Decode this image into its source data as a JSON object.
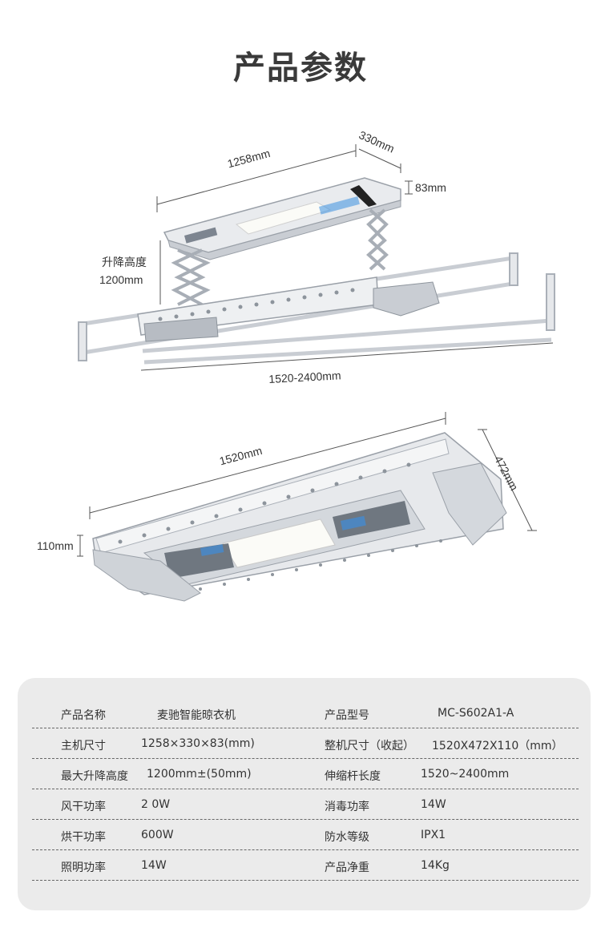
{
  "page_title": "产品参数",
  "dimensions_top": {
    "length": "1258mm",
    "depth": "330mm",
    "height": "83mm",
    "lift_label": "升降高度",
    "lift_value": "1200mm",
    "extend_range": "1520-2400mm"
  },
  "dimensions_bottom": {
    "length": "1520mm",
    "width": "472mm",
    "height": "110mm"
  },
  "specs": [
    {
      "k1": "产品名称",
      "v1": "麦驰智能晾衣机",
      "k2": "产品型号",
      "v2": "MC-S602A1-A"
    },
    {
      "k1": "主机尺寸",
      "v1": "1258×330×83(mm)",
      "k2": "整机尺寸（收起）",
      "v2": "1520X472X110（mm）"
    },
    {
      "k1": "最大升降高度",
      "v1": "1200mm±(50mm)",
      "k2": "伸缩杆长度",
      "v2": "1520~2400mm"
    },
    {
      "k1": "风干功率",
      "v1": "2 0W",
      "k2": "消毒功率",
      "v2": "14W"
    },
    {
      "k1": "烘干功率",
      "v1": "600W",
      "k2": "防水等级",
      "v2": "IPX1"
    },
    {
      "k1": "照明功率",
      "v1": "14W",
      "k2": "产品净重",
      "v2": "14Kg"
    }
  ],
  "colors": {
    "background": "#ffffff",
    "card": "#ebebeb",
    "text": "#333333",
    "uv_blue": "#3b8fe0"
  }
}
